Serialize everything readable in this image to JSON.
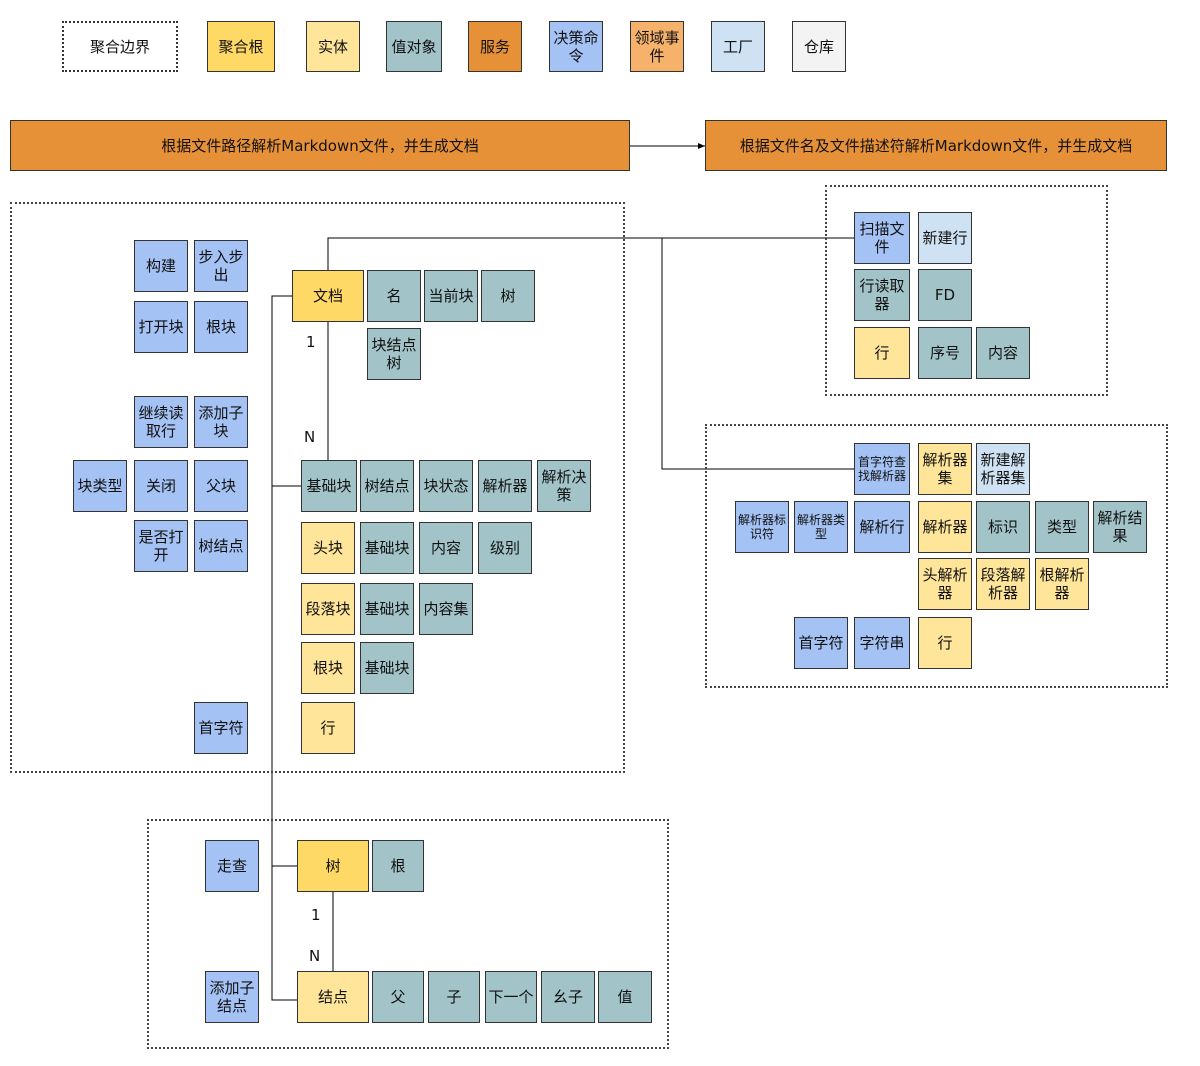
{
  "colors": {
    "aggregate_root": "#ffd966",
    "entity": "#ffe599",
    "value_object": "#a2c4c9",
    "service": "#e69138",
    "command": "#a4c2f4",
    "domain_event": "#f6b26b",
    "factory": "#cfe2f3",
    "repository": "#f3f3f3",
    "line": "#000000"
  },
  "legend": {
    "boundary": "聚合边界",
    "aggregate_root": "聚合根",
    "entity": "实体",
    "value_object": "值对象",
    "service": "服务",
    "command": "决策命令",
    "domain_event": "领域事件",
    "factory": "工厂",
    "repository": "仓库"
  },
  "services": {
    "left": "根据文件路径解析Markdown文件，并生成文档",
    "right": "根据文件名及文件描述符解析Markdown文件，并生成文档"
  },
  "document_aggregate": {
    "commands": [
      "构建",
      "步入步出",
      "打开块",
      "根块",
      "继续读取行",
      "添加子块",
      "块类型",
      "关闭",
      "父块",
      "是否打开",
      "树结点",
      "首字符"
    ],
    "root": "文档",
    "root_values": [
      "名",
      "当前块",
      "树",
      "块结点树"
    ],
    "multiplicity_one": "1",
    "multiplicity_n": "N",
    "base_block": "基础块",
    "base_block_values": [
      "树结点",
      "块状态",
      "解析器",
      "解析决策"
    ],
    "head_block": [
      "头块",
      "基础块",
      "内容",
      "级别"
    ],
    "paragraph_block": [
      "段落块",
      "基础块",
      "内容集"
    ],
    "root_block": [
      "根块",
      "基础块"
    ],
    "line": "行"
  },
  "scanner_aggregate": {
    "items": [
      "扫描文件",
      "新建行",
      "行读取器",
      "FD",
      "行",
      "序号",
      "内容"
    ]
  },
  "parser_aggregate": {
    "items": [
      "首字符查找解析器",
      "解析器集",
      "新建解析器集",
      "解析器标识符",
      "解析器类型",
      "解析行",
      "解析器",
      "标识",
      "类型",
      "解析结果",
      "头解析器",
      "段落解析器",
      "根解析器",
      "首字符",
      "字符串",
      "行"
    ]
  },
  "tree_aggregate": {
    "walk": "走查",
    "root": "树",
    "root_value": "根",
    "multiplicity_one": "1",
    "multiplicity_n": "N",
    "add_child": "添加子结点",
    "node": "结点",
    "node_values": [
      "父",
      "子",
      "下一个",
      "幺子",
      "值"
    ]
  }
}
